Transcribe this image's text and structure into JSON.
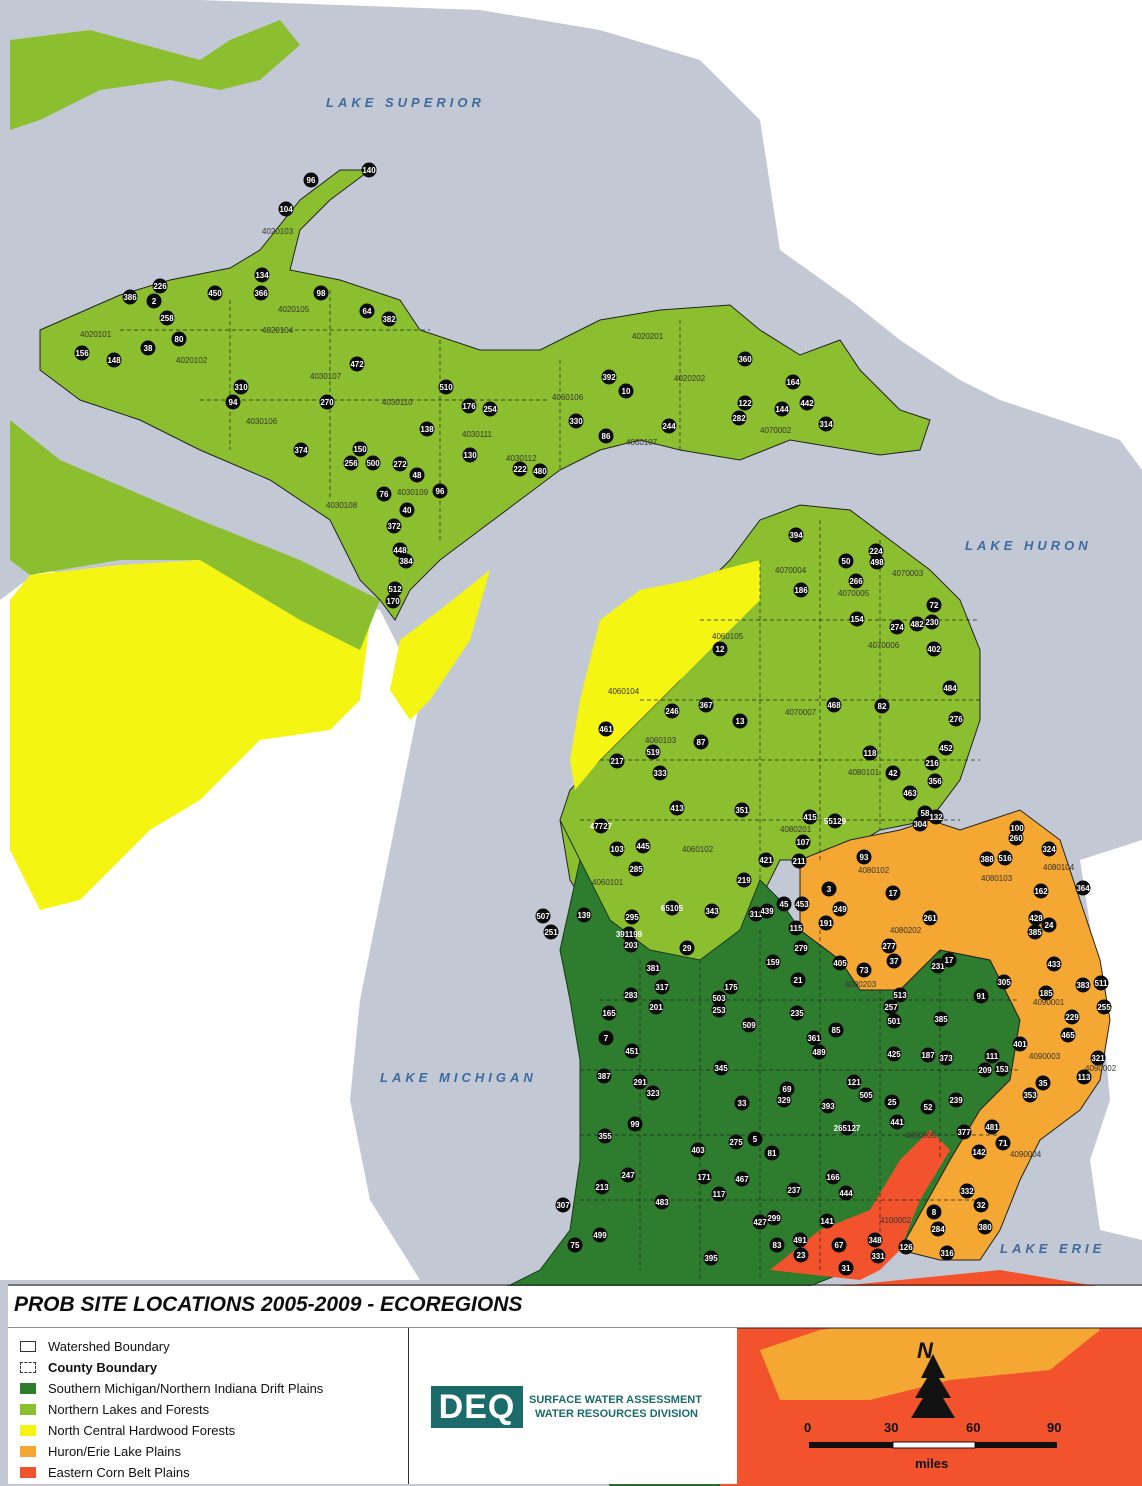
{
  "title": "PROB SITE LOCATIONS 2005-2009 - ECOREGIONS",
  "water_labels": {
    "superior": "LAKE SUPERIOR",
    "huron": "LAKE HURON",
    "michigan": "LAKE MICHIGAN",
    "erie": "LAKE ERIE"
  },
  "legend": {
    "watershed": "Watershed Boundary",
    "county": "County Boundary",
    "southern": "Southern Michigan/Northern Indiana Drift Plains",
    "northern": "Northern Lakes and Forests",
    "central": "North Central Hardwood Forests",
    "huron_erie": "Huron/Erie Lake Plains",
    "eastern": "Eastern Corn Belt Plains"
  },
  "colors": {
    "water": "#c3c9d4",
    "southern": "#2e7d2e",
    "northern": "#8cbf2f",
    "central": "#f5f514",
    "huron_erie": "#f5a733",
    "eastern": "#f2532d"
  },
  "logo": {
    "abbr": "DEQ",
    "line1": "SURFACE WATER ASSESSMENT",
    "line2": "WATER RESOURCES DIVISION"
  },
  "scale": {
    "north": "N",
    "ticks": [
      "0",
      "30",
      "60",
      "90"
    ],
    "unit": "miles"
  },
  "huc_labels": [
    "4020103",
    "4020105",
    "4020104",
    "4020101",
    "4020102",
    "4030107",
    "4030110",
    "4030106",
    "4030111",
    "4030112",
    "4030109",
    "4030108",
    "4060106",
    "4060107",
    "4020202",
    "4020201",
    "4070002",
    "4070003",
    "4070004",
    "4070005",
    "4070006",
    "4070007",
    "4060105",
    "4060104",
    "4060103",
    "4060102",
    "4060101",
    "4080101",
    "4080102",
    "4080103",
    "4080104",
    "4090001",
    "4090002",
    "4090003",
    "4090004",
    "4100002",
    "4080203",
    "4080201",
    "4080202",
    "4050005"
  ],
  "sites": [
    "140",
    "96",
    "104",
    "134",
    "366",
    "386",
    "2",
    "226",
    "258",
    "80",
    "450",
    "98",
    "64",
    "382",
    "38",
    "156",
    "148",
    "472",
    "310",
    "94",
    "270",
    "510",
    "176",
    "254",
    "138",
    "374",
    "150",
    "256",
    "500",
    "272",
    "48",
    "76",
    "96",
    "40",
    "372",
    "448",
    "384",
    "512",
    "170",
    "392",
    "10",
    "330",
    "86",
    "244",
    "360",
    "122",
    "164",
    "282",
    "144",
    "442",
    "314",
    "130",
    "222",
    "480",
    "394",
    "50",
    "224",
    "498",
    "266",
    "186",
    "72",
    "154",
    "274",
    "482",
    "230",
    "402",
    "484",
    "276",
    "452",
    "216",
    "356",
    "463",
    "58",
    "304",
    "132",
    "12",
    "367",
    "246",
    "468",
    "82",
    "13",
    "461",
    "519",
    "217",
    "87",
    "333",
    "118",
    "42",
    "413",
    "351",
    "415",
    "55129",
    "107",
    "100",
    "260",
    "324",
    "388",
    "516",
    "364",
    "162",
    "421",
    "211",
    "445",
    "285",
    "103",
    "47727",
    "93",
    "65105",
    "343",
    "219",
    "17",
    "3",
    "249",
    "428",
    "385",
    "507",
    "139",
    "295",
    "391199",
    "203",
    "251",
    "45",
    "453",
    "311",
    "439",
    "191",
    "115",
    "279",
    "261",
    "277",
    "37",
    "231",
    "17",
    "24",
    "29",
    "381",
    "159",
    "405",
    "73",
    "433",
    "317",
    "175",
    "283",
    "201",
    "503",
    "253",
    "21",
    "513",
    "257",
    "305",
    "91",
    "383",
    "511",
    "165",
    "509",
    "235",
    "501",
    "385",
    "185",
    "229",
    "255",
    "7",
    "85",
    "361",
    "489",
    "451",
    "425",
    "187",
    "373",
    "401",
    "465",
    "111",
    "209",
    "153",
    "321",
    "387",
    "345",
    "291",
    "323",
    "69",
    "329",
    "121",
    "505",
    "35",
    "113",
    "33",
    "393",
    "25",
    "52",
    "239",
    "353",
    "99",
    "441",
    "265127",
    "377",
    "481",
    "355",
    "275",
    "5",
    "403",
    "81",
    "71",
    "142",
    "247",
    "171",
    "467",
    "166",
    "213",
    "237",
    "444",
    "483",
    "117",
    "8",
    "332",
    "32",
    "307",
    "427",
    "299",
    "141",
    "284",
    "380",
    "499",
    "75",
    "83",
    "491",
    "23",
    "67",
    "348",
    "331",
    "126",
    "316",
    "395",
    "31"
  ]
}
